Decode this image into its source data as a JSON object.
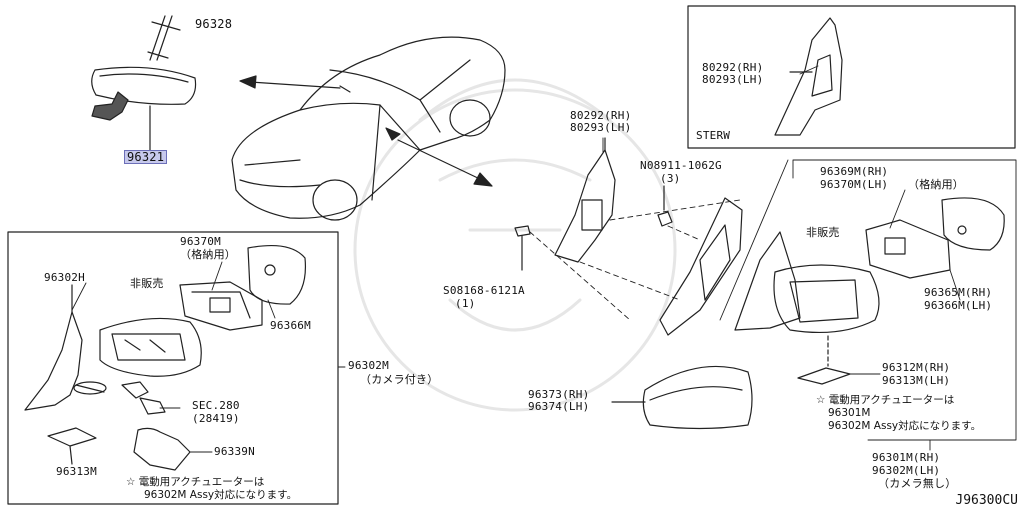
{
  "diagram": {
    "title_code": "J96300CU",
    "top_part": {
      "rearview_mirror": "96321",
      "mirror_bracket": "96328"
    },
    "inset_box_label": "STERW",
    "inset_parts": [
      "80292(RH)",
      "80293(LH)"
    ],
    "center_finisher": [
      "80292(RH)",
      "80293(LH)"
    ],
    "nut": {
      "code": "N08911-1062G",
      "qty": "(3)"
    },
    "screw": {
      "code": "S08168-6121A",
      "qty": "(1)"
    },
    "cover": [
      "96373(RH)",
      "96374(LH)"
    ],
    "left_box": {
      "glass_code": "96302H",
      "not_for_sale": "非販売",
      "actuator_code": "96370M",
      "actuator_sub": "（格納用）",
      "glass_back_code": "96366M",
      "mirror_assy_code": "96302M",
      "mirror_assy_sub": "（カメラ付き）",
      "sec_code": "SEC.280",
      "sec_sub": "(28419)",
      "harness_code": "96339N",
      "lower_cover_code": "96313M",
      "note_line1": "☆ 電動用アクチュエーターは",
      "note_line2": "96302M Assy対応になります。"
    },
    "right_assy": {
      "actuator_rh": "96369M(RH)",
      "actuator_lh": "96370M(LH)",
      "actuator_sub": "（格納用）",
      "not_for_sale": "非販売",
      "glass_rh": "96365M(RH)",
      "glass_lh": "96366M(LH)",
      "lower_cover_rh": "96312M(RH)",
      "lower_cover_lh": "96313M(LH)",
      "note_line1": "☆ 電動用アクチュエーターは",
      "note_line2": "96301M",
      "note_line3": "96302M Assy対応になります。",
      "assy_rh": "96301M(RH)",
      "assy_lh": "96302M(LH)",
      "assy_sub": "（カメラ無し）"
    }
  }
}
